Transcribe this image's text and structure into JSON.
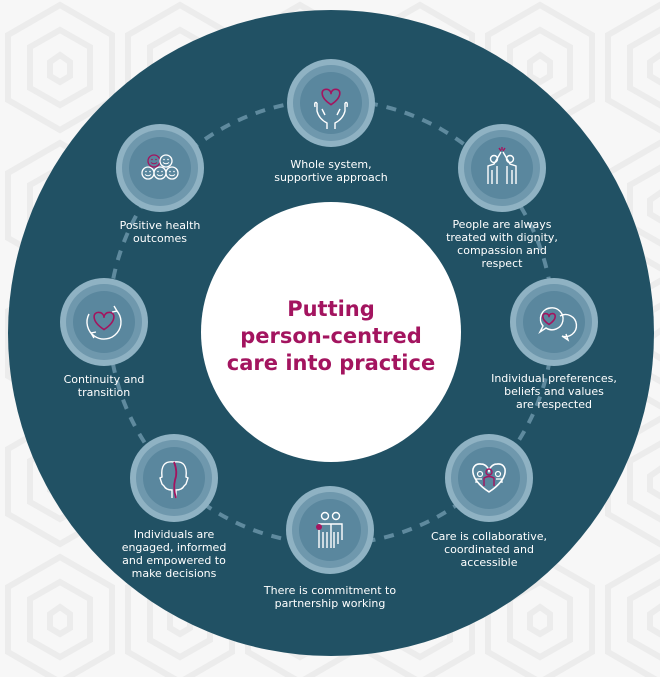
{
  "title": {
    "lines": [
      "Putting",
      "person-centred",
      "care into practice"
    ]
  },
  "colors": {
    "background": "#f7f7f7",
    "pattern": "#ececec",
    "outer_circle": "#215164",
    "center_circle": "#ffffff",
    "title_text": "#a3145f",
    "node_outer": "#8fb2c3",
    "node_mid": "#6f98ad",
    "node_inner": "#5a879e",
    "dash_ring": "#5f8a9e",
    "icon_stroke": "#ffffff",
    "icon_accent": "#a3145f",
    "label_text": "#ffffff"
  },
  "nodes": [
    {
      "id": "whole-system",
      "icon": "hands-heart-icon",
      "lines": [
        "Whole system,",
        "supportive approach"
      ]
    },
    {
      "id": "dignity",
      "icon": "high-five-icon",
      "lines": [
        "People are always",
        "treated with dignity,",
        "compassion and",
        "respect"
      ]
    },
    {
      "id": "preferences",
      "icon": "speech-bubbles-heart-icon",
      "lines": [
        "Individual preferences,",
        "beliefs and values",
        "are respected"
      ]
    },
    {
      "id": "collaborative",
      "icon": "heart-people-icon",
      "lines": [
        "Care is collaborative,",
        "coordinated and",
        "accessible"
      ]
    },
    {
      "id": "partnership",
      "icon": "partners-icon",
      "lines": [
        "There is commitment to",
        "partnership working"
      ]
    },
    {
      "id": "engaged",
      "icon": "two-heads-icon",
      "lines": [
        "Individuals are",
        "engaged, informed",
        "and empowered to",
        "make decisions"
      ]
    },
    {
      "id": "continuity",
      "icon": "cycle-heart-icon",
      "lines": [
        "Continuity and",
        "transition"
      ]
    },
    {
      "id": "outcomes",
      "icon": "smiley-faces-icon",
      "lines": [
        "Positive health",
        "outcomes"
      ]
    }
  ]
}
